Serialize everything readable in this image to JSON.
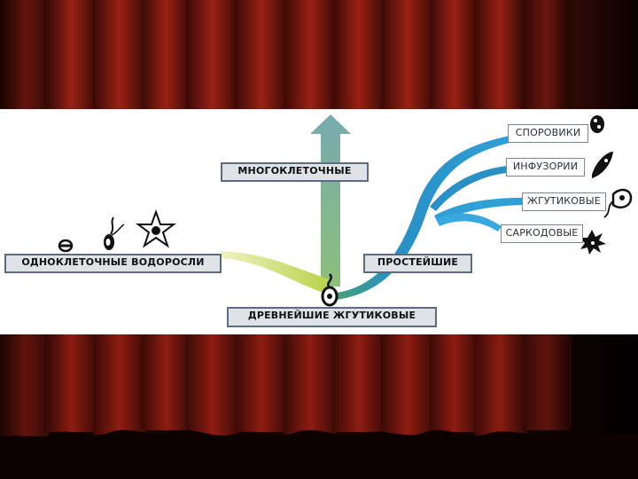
{
  "diagram": {
    "labels": {
      "multicellular": "МНОГОКЛЕТОЧНЫЕ",
      "unicellular_algae": "ОДНОКЛЕТОЧНЫЕ ВОДОРОСЛИ",
      "protozoa": "ПРОСТЕЙШИЕ",
      "ancient_flagellates": "ДРЕВНЕЙШИЕ ЖГУТИКОВЫЕ",
      "sporozoa": "СПОРОВИКИ",
      "ciliates": "ИНФУЗОРИИ",
      "flagellates": "ЖГУТИКОВЫЕ",
      "sarcodina": "САРКОДОВЫЕ"
    },
    "colors": {
      "curtain_red": "#8a1a10",
      "curtain_dark": "#1a0504",
      "arrow_green": "#7fb08e",
      "algae_yellow": "#d9e06a",
      "protozoa_blue": "#2a8fc4",
      "label_border": "#5d6b7e"
    },
    "icons": [
      "algae-cell-icon",
      "flagellate-algae-icon",
      "star-algae-icon",
      "ancestor-flagellate-icon",
      "sporozoan-icon",
      "ciliate-icon",
      "flagellate-icon",
      "amoeba-icon"
    ]
  }
}
